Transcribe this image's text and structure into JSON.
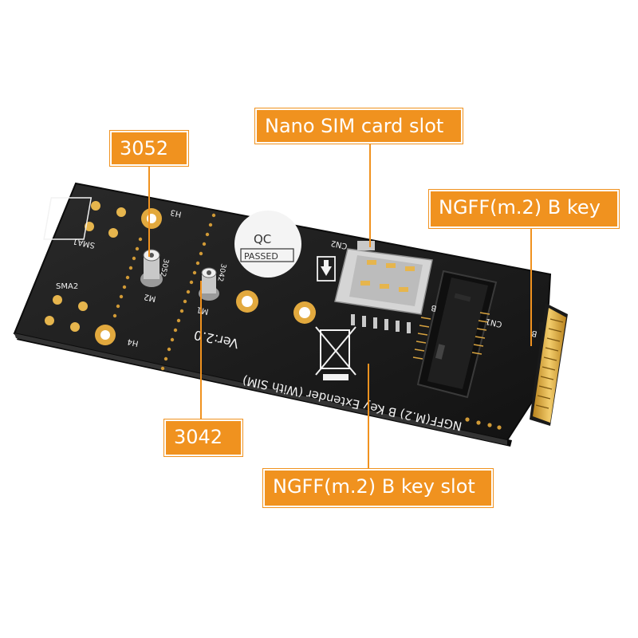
{
  "callouts": {
    "m2_3052": "3052",
    "m2_3042": "3042",
    "sim_slot": "Nano SIM card slot",
    "b_key": "NGFF(m.2) B key",
    "b_key_slot": "NGFF(m.2) B key slot"
  },
  "silkscreen": {
    "sma1": "SMA1",
    "sma2": "SMA2",
    "h3": "H3",
    "h4": "H4",
    "m1": "M1",
    "m2": "M2",
    "mark_3052": "3052",
    "mark_3042": "3042",
    "qc_top": "QC",
    "qc_bottom": "PASSED",
    "cn1": "CN1",
    "cn2": "CN2",
    "b_mark": "B",
    "version": "Ver:2.0",
    "product_name": "NGFF(M.2) B Key Extender (With SIM)"
  },
  "colors": {
    "callout": "#f0921f",
    "pcb": "#1b1b1b",
    "gold": "#d9a441"
  }
}
